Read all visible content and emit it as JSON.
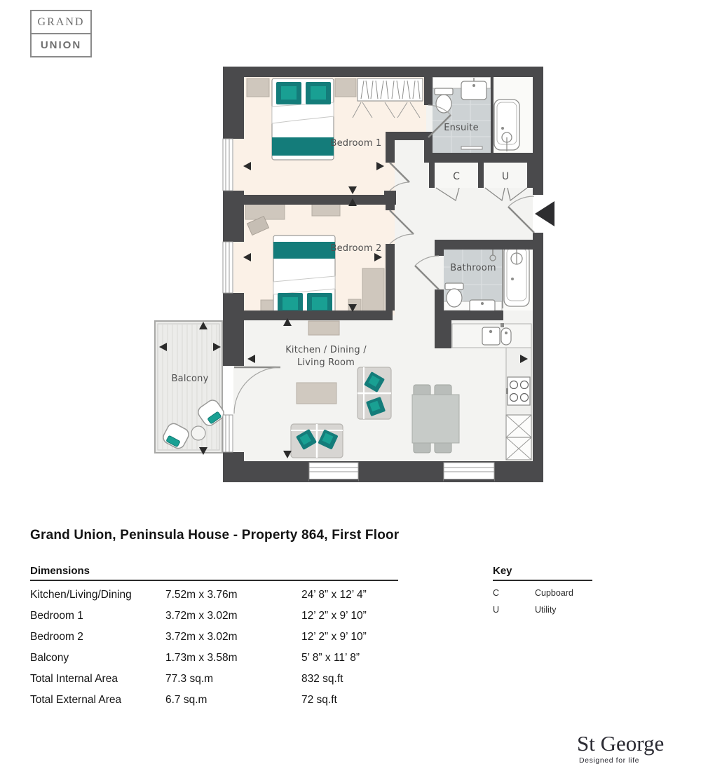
{
  "brand": {
    "logo_top": "GRAND",
    "logo_bottom": "UNION"
  },
  "title": "Grand Union, Peninsula House - Property 864, First Floor",
  "plan": {
    "rooms": {
      "bedroom1": "Bedroom 1",
      "bedroom2": "Bedroom 2",
      "ensuite": "Ensuite",
      "bathroom": "Bathroom",
      "cupboard": "C",
      "utility": "U",
      "kitchen_line1": "Kitchen / Dining /",
      "kitchen_line2": "Living Room",
      "balcony": "Balcony"
    },
    "colors": {
      "wall": "#4a4a4c",
      "bedroom_floor": "#fbf1e7",
      "hall_floor": "#f3f3f1",
      "tile_floor": "#cdd2d4",
      "accent_teal_dark": "#147c7a",
      "accent_teal_bright": "#19a093"
    }
  },
  "dimensions": {
    "heading": "Dimensions",
    "rows": [
      {
        "name": "Kitchen/Living/Dining",
        "metric": "7.52m x 3.76m",
        "imperial": "24’ 8” x 12’ 4”"
      },
      {
        "name": "Bedroom 1",
        "metric": "3.72m x 3.02m",
        "imperial": "12’ 2” x 9’ 10”"
      },
      {
        "name": "Bedroom 2",
        "metric": "3.72m x 3.02m",
        "imperial": "12’ 2” x 9’ 10”"
      },
      {
        "name": "Balcony",
        "metric": "1.73m x 3.58m",
        "imperial": "5’ 8” x 11’ 8”"
      },
      {
        "name": "Total Internal Area",
        "metric": "77.3 sq.m",
        "imperial": "832 sq.ft"
      },
      {
        "name": "Total External Area",
        "metric": "6.7 sq.m",
        "imperial": "72 sq.ft"
      }
    ]
  },
  "key": {
    "heading": "Key",
    "entries": [
      {
        "code": "C",
        "label": "Cupboard"
      },
      {
        "code": "U",
        "label": "Utility"
      }
    ]
  },
  "developer": {
    "name": "St George",
    "tagline": "Designed for life"
  }
}
